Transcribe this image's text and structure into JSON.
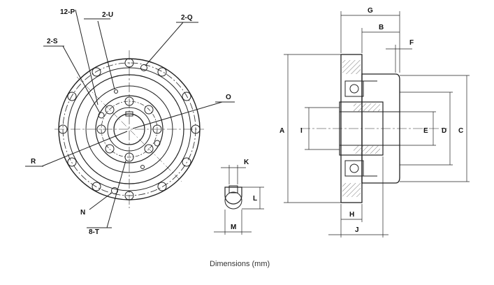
{
  "front_view": {
    "labels": {
      "p12": "12-P",
      "u2": "2-U",
      "q2": "2-Q",
      "s2": "2-S",
      "o": "O",
      "r": "R",
      "n": "N",
      "t8": "8-T"
    }
  },
  "key_detail": {
    "labels": {
      "k": "K",
      "l": "L",
      "m": "M"
    }
  },
  "side_view": {
    "labels": {
      "g": "G",
      "b": "B",
      "f": "F",
      "a": "A",
      "i": "I",
      "e": "E",
      "d": "D",
      "c": "C",
      "h": "H",
      "j": "J"
    }
  },
  "caption": "Dimensions (mm)"
}
